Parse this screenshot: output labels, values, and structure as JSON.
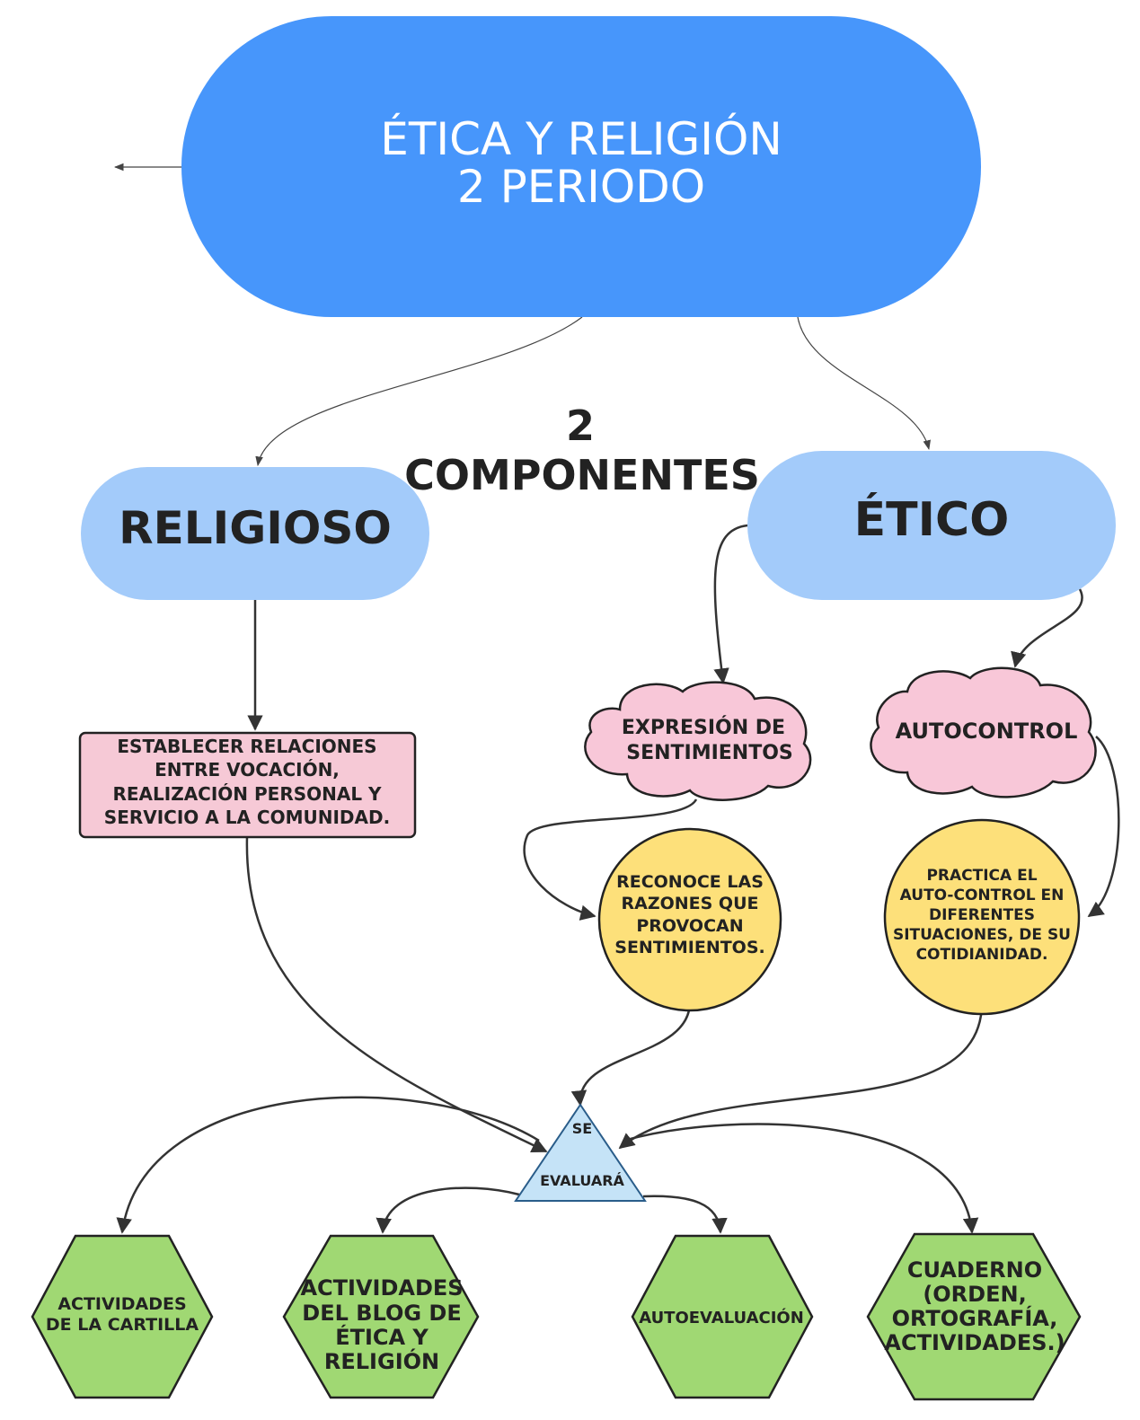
{
  "title": {
    "line1": "ÉTICA Y RELIGIÓN",
    "line2": "2 PERIODO"
  },
  "center_label": {
    "line1": "2",
    "line2": "COMPONENTES"
  },
  "components": {
    "religioso": "RELIGIOSO",
    "etico": "ÉTICO"
  },
  "religioso_task": {
    "lines": [
      "ESTABLECER RELACIONES",
      "ENTRE VOCACIÓN,",
      "REALIZACIÓN PERSONAL Y",
      "SERVICIO A LA COMUNIDAD."
    ]
  },
  "etico_topics": {
    "expresion": {
      "lines": [
        "EXPRESIÓN DE",
        "SENTIMIENTOS"
      ]
    },
    "autocontrol": {
      "lines": [
        "AUTOCONTROL"
      ]
    }
  },
  "etico_goals": {
    "reconoce": {
      "lines": [
        "RECONOCE LAS",
        "RAZONES QUE",
        "PROVOCAN",
        "SENTIMIENTOS."
      ]
    },
    "practica": {
      "lines": [
        "PRACTICA EL",
        "AUTO-CONTROL EN",
        "DIFERENTES",
        "SITUACIONES, DE SU",
        "COTIDIANIDAD."
      ]
    }
  },
  "evaluation": {
    "line1": "SE",
    "line2": "EVALUARÁ"
  },
  "evaluation_items": [
    {
      "lines": [
        "ACTIVIDADES",
        "DE LA CARTILLA"
      ]
    },
    {
      "lines": [
        "ACTIVIDADES",
        "DEL BLOG DE",
        "ÉTICA Y",
        "RELIGIÓN"
      ]
    },
    {
      "lines": [
        "AUTOEVALUACIÓN"
      ]
    },
    {
      "lines": [
        "CUADERNO",
        "(ORDEN,",
        "ORTOGRAFÍA,",
        "ACTIVIDADES.)"
      ]
    }
  ],
  "colors": {
    "title_fill": "#4796fb",
    "component_fill": "#a3cbfa",
    "task_fill": "#f6c9d6",
    "cloud_fill": "#f8c7d8",
    "goal_fill": "#fde07a",
    "triangle_fill": "#c5e3f7",
    "hexagon_fill": "#a0d873",
    "text_dark": "#222222",
    "text_light": "#ffffff"
  }
}
